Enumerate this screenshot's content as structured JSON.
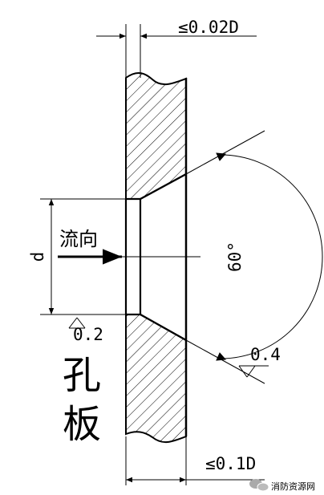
{
  "drawing": {
    "top_dimension": "≤0.02D",
    "bottom_dimension": "≤0.1D",
    "bore_label": "d",
    "flow_label": "流向",
    "angle_label": "60°",
    "roughness_bore": "0.2",
    "roughness_cone": "0.4",
    "title": "孔板"
  },
  "watermark": {
    "text": "消防资源网",
    "icon": "wechat-icon"
  }
}
